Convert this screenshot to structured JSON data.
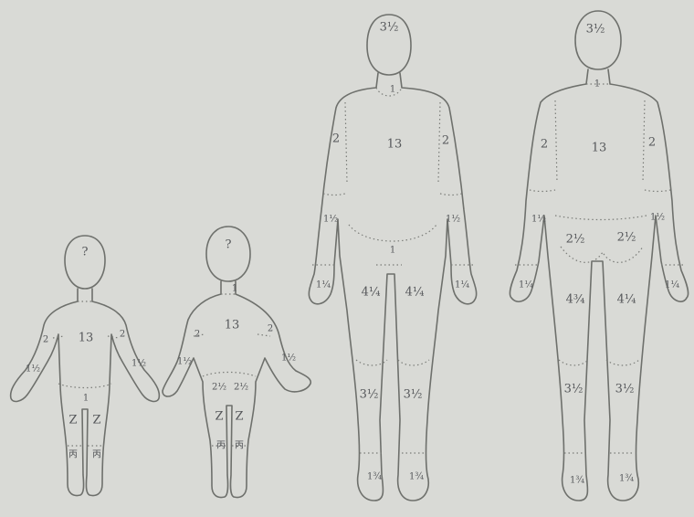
{
  "figures": [
    {
      "id": "child-front",
      "labels": {
        "head": "?",
        "trunk": "13",
        "arm_l": "2",
        "arm_r": "2",
        "forearm_l": "1½",
        "forearm_r": "1½",
        "genital": "1",
        "thigh_l": "Z",
        "thigh_r": "Z",
        "leg_l": "丙",
        "leg_r": "丙"
      }
    },
    {
      "id": "child-back",
      "labels": {
        "head": "?",
        "neck": "1",
        "trunk": "13",
        "arm_l": "2",
        "arm_r": "2",
        "forearm_l": "1½",
        "forearm_r": "1½",
        "buttock_l": "2½",
        "buttock_r": "2½",
        "thigh_l": "Z",
        "thigh_r": "Z",
        "leg_l": "丙",
        "leg_r": "丙"
      }
    },
    {
      "id": "adult-front",
      "labels": {
        "head": "3½",
        "neck": "1",
        "trunk": "13",
        "arm_l": "2",
        "arm_r": "2",
        "forearm_l": "1½",
        "forearm_r": "1½",
        "hand_l": "1¼",
        "hand_r": "1¼",
        "genital": "1",
        "thigh_l": "4¼",
        "thigh_r": "4¼",
        "leg_l": "3½",
        "leg_r": "3½",
        "foot_l": "1¾",
        "foot_r": "1¾"
      }
    },
    {
      "id": "adult-back",
      "labels": {
        "head": "3½",
        "neck": "1",
        "trunk": "13",
        "arm_l": "2",
        "arm_r": "2",
        "forearm_l": "1½",
        "forearm_r": "1½",
        "hand_l": "1¼",
        "hand_r": "1¼",
        "buttock_l": "2½",
        "buttock_r": "2½",
        "thigh_l": "4¾",
        "thigh_r": "4¼",
        "leg_l": "3½",
        "leg_r": "3½",
        "foot_l": "1¾",
        "foot_r": "1¾"
      }
    }
  ]
}
